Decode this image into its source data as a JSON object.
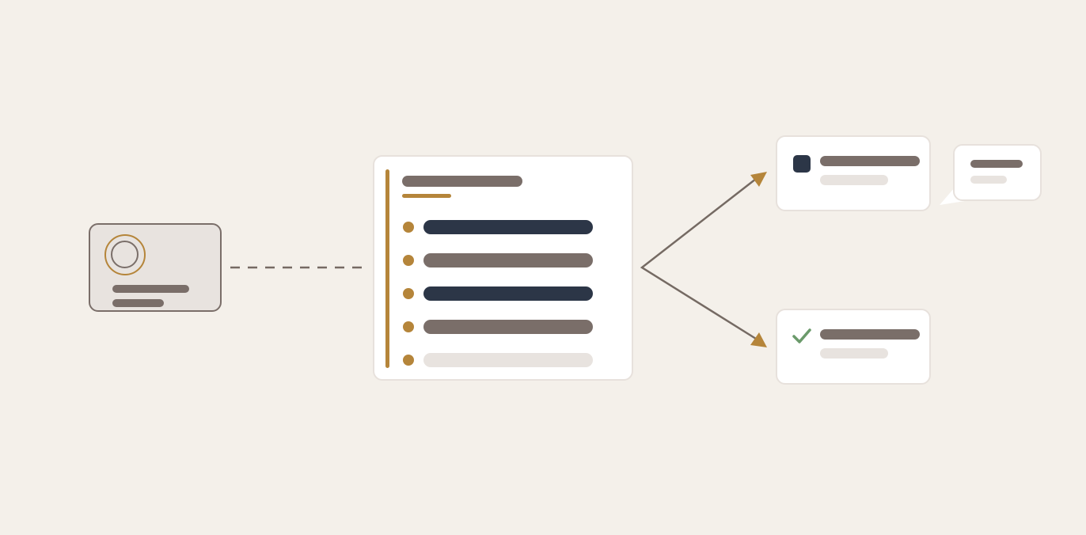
{
  "colors": {
    "background": "#f4f0ea",
    "card": "#ffffff",
    "card_border": "#e7e1dc",
    "profile_fill": "#e8e3df",
    "profile_border": "#7a6e69",
    "muted": "#7a6e69",
    "light": "#e8e3df",
    "dark": "#2c3647",
    "accent": "#b5853a",
    "success": "#6b9a6b",
    "connector": "#756a63"
  },
  "icons": {
    "profile": "avatar-ring-icon",
    "task": "checkbox-square-icon",
    "done": "checkmark-icon",
    "arrow": "arrowhead-icon",
    "comment": "speech-bubble-icon"
  },
  "list_rows": [
    {
      "tone": "dark"
    },
    {
      "tone": "muted"
    },
    {
      "tone": "dark"
    },
    {
      "tone": "muted"
    },
    {
      "tone": "light"
    }
  ]
}
